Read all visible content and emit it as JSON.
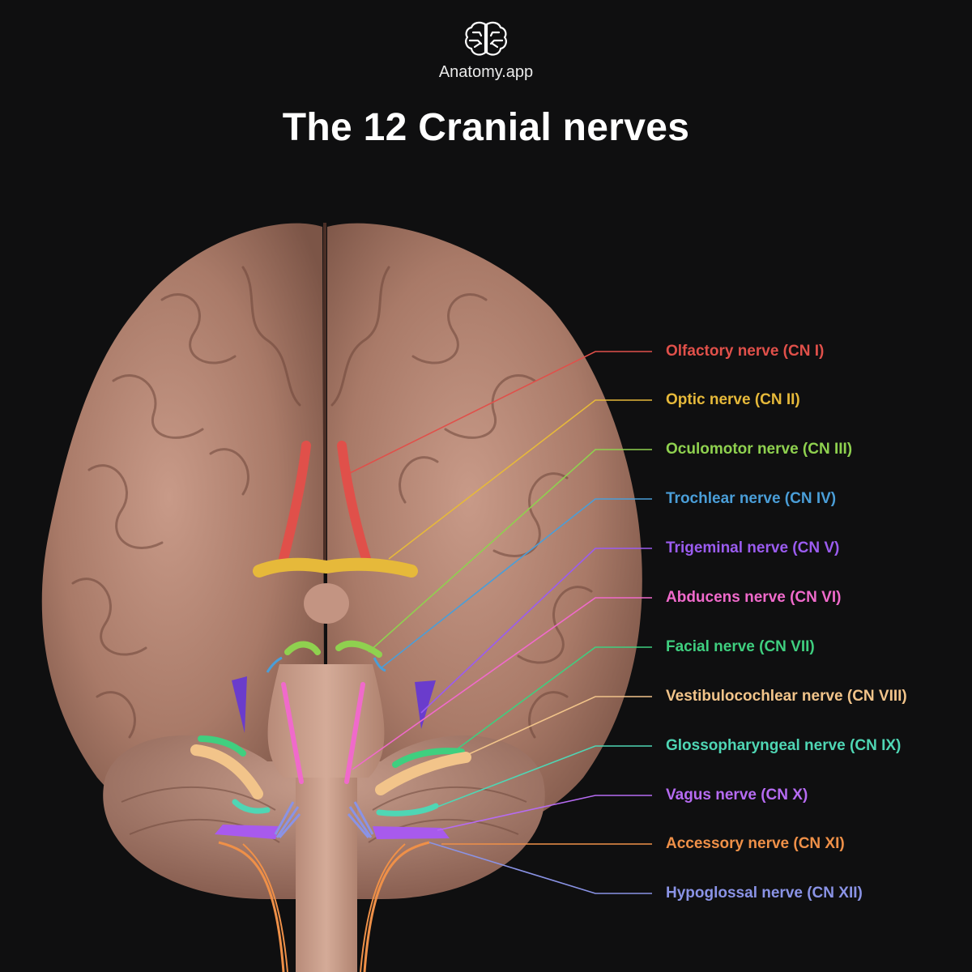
{
  "header": {
    "brand": "Anatomy.app",
    "title": "The 12 Cranial nerves",
    "logo_icon": "brain-icon"
  },
  "nerves": [
    {
      "label": "Olfactory nerve (CN I)",
      "color": "#e0504a"
    },
    {
      "label": "Optic nerve (CN II)",
      "color": "#e6b93a"
    },
    {
      "label": "Oculomotor nerve (CN III)",
      "color": "#8fd14f"
    },
    {
      "label": "Trochlear nerve (CN IV)",
      "color": "#4a9ed8"
    },
    {
      "label": "Trigeminal nerve (CN V)",
      "color": "#9b5cf0"
    },
    {
      "label": "Abducens nerve (CN VI)",
      "color": "#f06acb"
    },
    {
      "label": "Facial nerve (CN VII)",
      "color": "#3fcf7f"
    },
    {
      "label": "Vestibulocochlear nerve (CN VIII)",
      "color": "#f2c48a"
    },
    {
      "label": "Glossopharyngeal nerve (CN IX)",
      "color": "#4fd6b4"
    },
    {
      "label": "Vagus nerve (CN X)",
      "color": "#b66bf2"
    },
    {
      "label": "Accessory nerve (CN XI)",
      "color": "#ef9048"
    },
    {
      "label": "Hypoglossal nerve (CN XII)",
      "color": "#8a93e6"
    }
  ]
}
